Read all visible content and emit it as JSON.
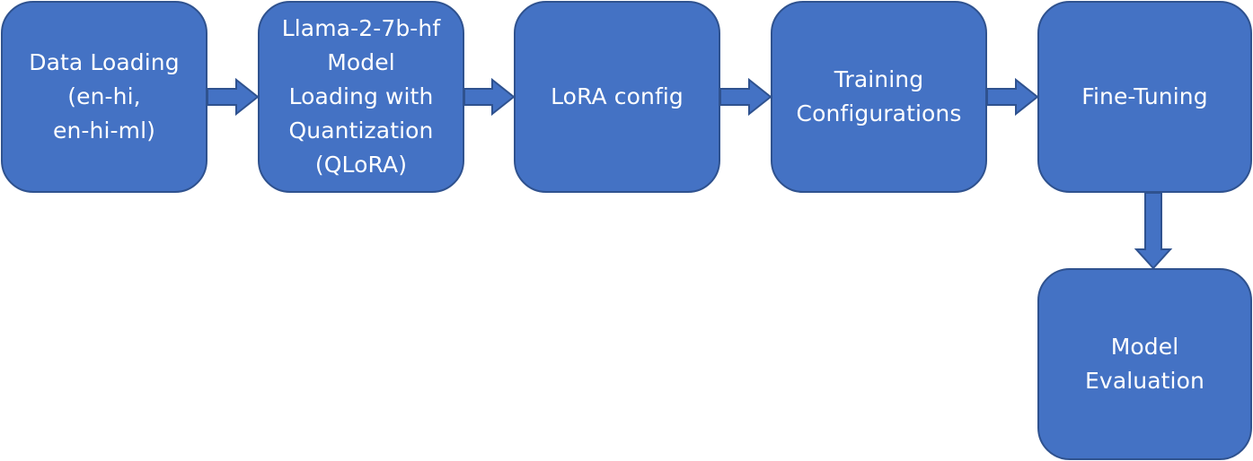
{
  "diagram": {
    "nodes": [
      {
        "id": "data-loading",
        "label": "Data Loading\n(en-hi,\nen-hi-ml)"
      },
      {
        "id": "model-loading",
        "label": "Llama-2-7b-hf\nModel\nLoading with\nQuantization\n(QLoRA)"
      },
      {
        "id": "lora-config",
        "label": "LoRA config"
      },
      {
        "id": "training-configurations",
        "label": "Training\nConfigurations"
      },
      {
        "id": "fine-tuning",
        "label": "Fine-Tuning"
      },
      {
        "id": "model-evaluation",
        "label": "Model\nEvaluation"
      }
    ],
    "edges": [
      {
        "from": "data-loading",
        "to": "model-loading"
      },
      {
        "from": "model-loading",
        "to": "lora-config"
      },
      {
        "from": "lora-config",
        "to": "training-configurations"
      },
      {
        "from": "training-configurations",
        "to": "fine-tuning"
      },
      {
        "from": "fine-tuning",
        "to": "model-evaluation"
      }
    ],
    "colors": {
      "box_fill": "#4472c4",
      "box_border": "#2f528f",
      "label": "#ffffff"
    }
  }
}
